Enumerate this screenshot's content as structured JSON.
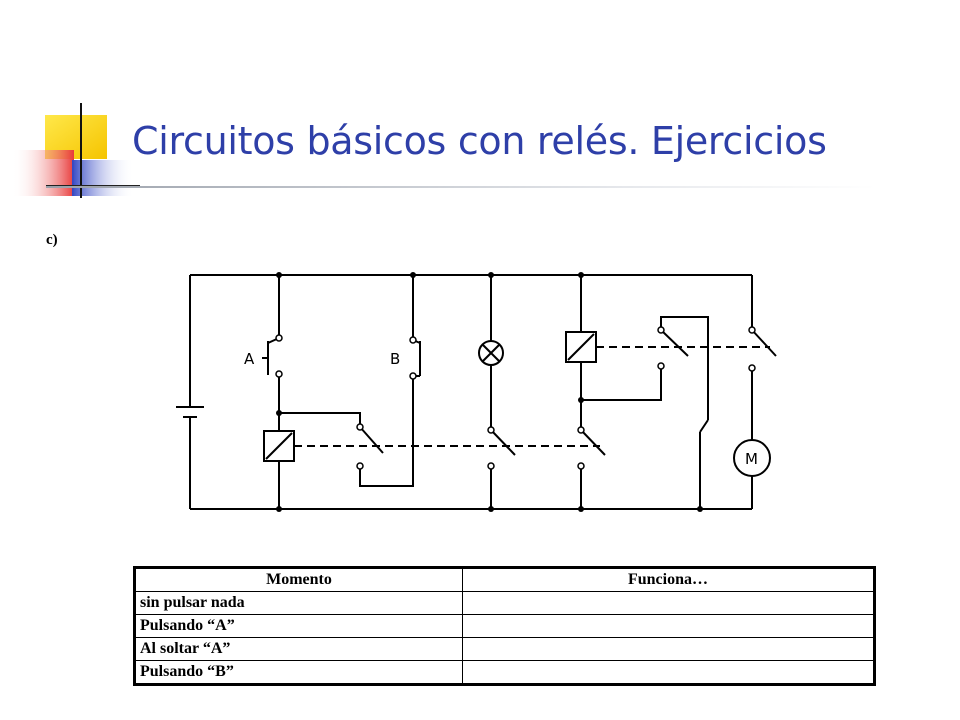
{
  "slide": {
    "title": "Circuitos básicos con relés. Ejercicios",
    "section_label": "c)"
  },
  "circuit": {
    "labels": {
      "pushbutton_a": "A",
      "pushbutton_b": "B",
      "motor": "M"
    }
  },
  "table": {
    "headers": [
      "Momento",
      "Funciona…"
    ],
    "rows": [
      [
        "sin pulsar nada",
        ""
      ],
      [
        "Pulsando  “A”",
        ""
      ],
      [
        "Al soltar “A”",
        ""
      ],
      [
        "Pulsando “B”",
        ""
      ]
    ]
  },
  "colors": {
    "title": "#2e3fa8",
    "logo_yellow": "#ffd700",
    "logo_red": "#e83a3a",
    "logo_blue": "#3347c4"
  }
}
